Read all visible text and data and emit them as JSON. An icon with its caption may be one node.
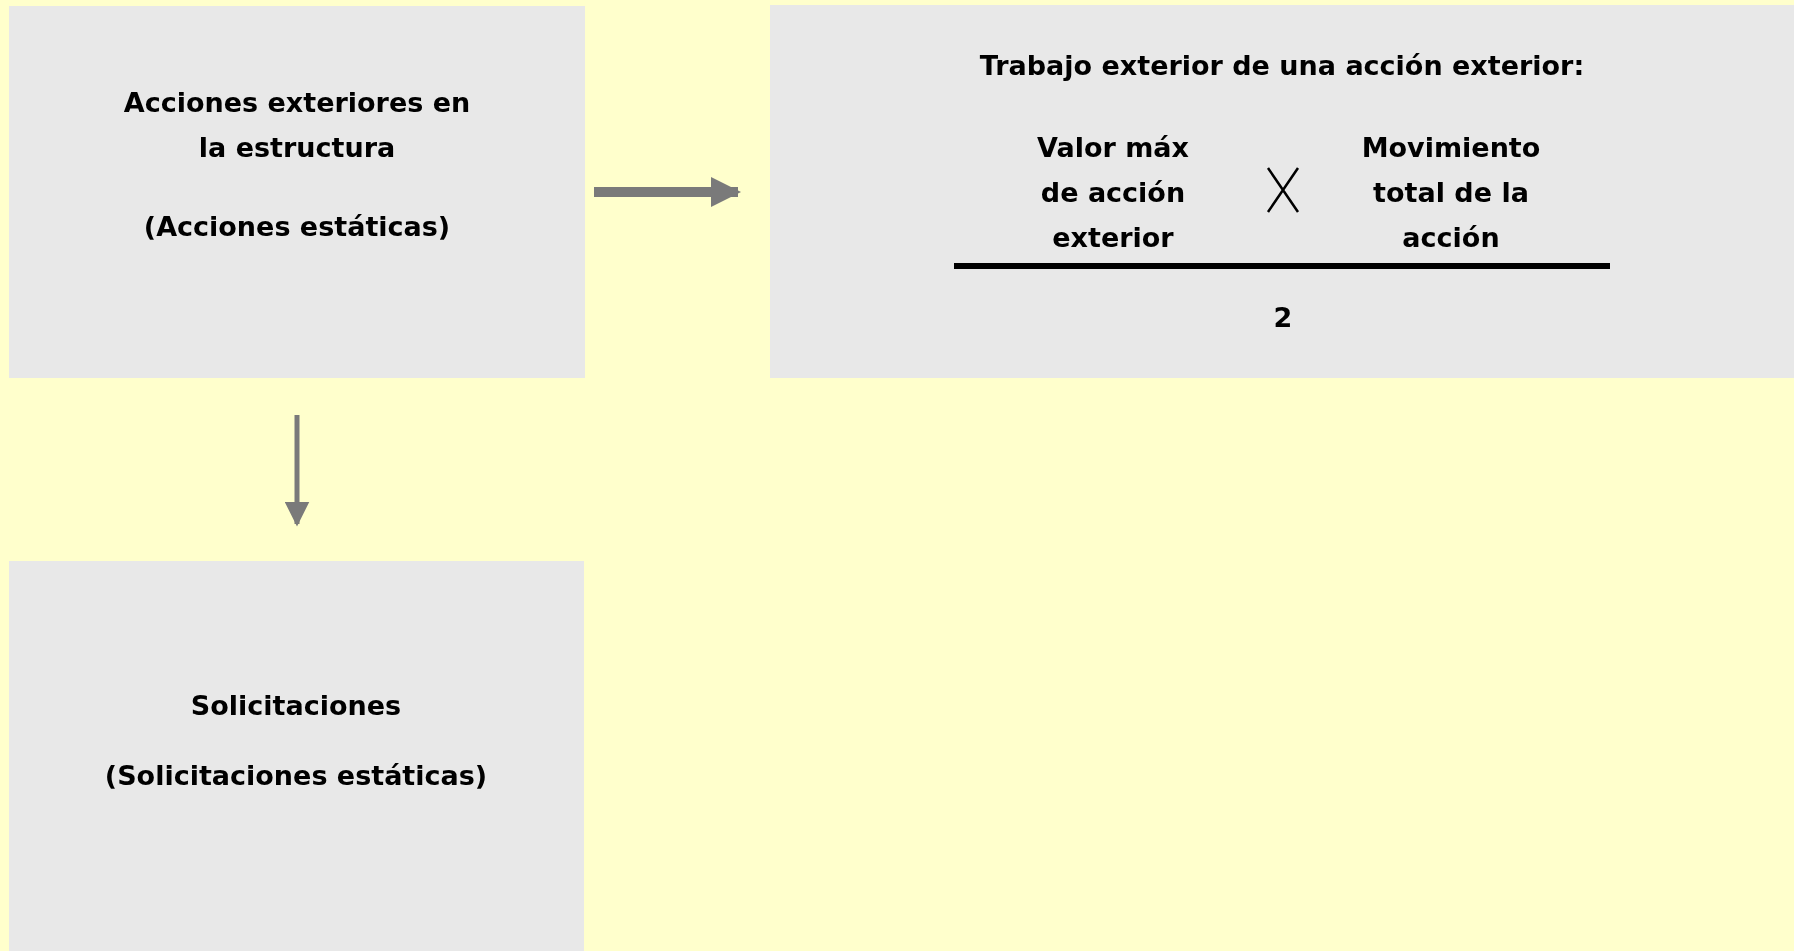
{
  "diagram": {
    "nodes": [
      {
        "text": [
          "Acciones exteriores en la estructura",
          "(Acciones estáticas)"
        ]
      },
      {
        "text": [
          "Trabajo exterior de una acción exterior:",
          "Valor máx de acción exterior",
          "Movimiento total de la acción",
          "2"
        ]
      },
      {
        "text": [
          "Solicitaciones",
          "(Solicitaciones estáticas)"
        ]
      }
    ],
    "edges": [
      {
        "from": 0,
        "to": 1,
        "arrow": "to",
        "style": "thick"
      },
      {
        "from": 0,
        "to": 2,
        "arrow": "to"
      }
    ]
  }
}
